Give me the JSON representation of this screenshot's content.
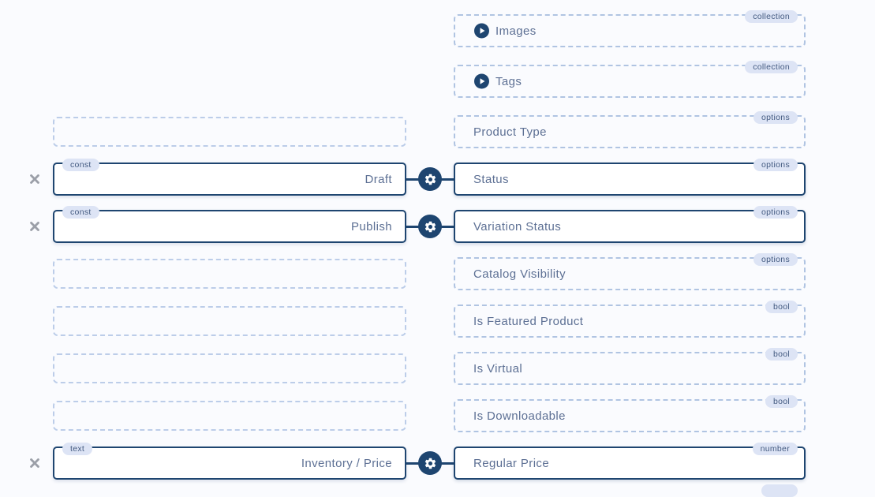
{
  "theme": {
    "background": "#fafbfe",
    "accent_navy": "#1e4570",
    "dashed_border_right": "#b0c4e2",
    "dashed_border_left": "#bccde9",
    "badge_background": "#dde4f5",
    "badge_text": "#435a80",
    "label_text": "#5d7094",
    "remove_icon": "#9b9fa8"
  },
  "icons": {
    "expand": "play-circle-icon",
    "settings": "gear-icon",
    "remove": "x-icon"
  },
  "rows": [
    {
      "label": "Images",
      "type": "collection",
      "expandable": true,
      "mapped": false,
      "has_source_box": false
    },
    {
      "label": "Tags",
      "type": "collection",
      "expandable": true,
      "mapped": false,
      "has_source_box": false
    },
    {
      "label": "Product Type",
      "type": "options",
      "expandable": false,
      "mapped": false,
      "has_source_box": true
    },
    {
      "label": "Status",
      "type": "options",
      "expandable": false,
      "mapped": true,
      "has_source_box": true,
      "source": {
        "type": "const",
        "value": "Draft"
      }
    },
    {
      "label": "Variation Status",
      "type": "options",
      "expandable": false,
      "mapped": true,
      "has_source_box": true,
      "source": {
        "type": "const",
        "value": "Publish"
      }
    },
    {
      "label": "Catalog Visibility",
      "type": "options",
      "expandable": false,
      "mapped": false,
      "has_source_box": true
    },
    {
      "label": "Is Featured Product",
      "type": "bool",
      "expandable": false,
      "mapped": false,
      "has_source_box": true
    },
    {
      "label": "Is Virtual",
      "type": "bool",
      "expandable": false,
      "mapped": false,
      "has_source_box": true
    },
    {
      "label": "Is Downloadable",
      "type": "bool",
      "expandable": false,
      "mapped": false,
      "has_source_box": true
    },
    {
      "label": "Regular Price",
      "type": "number",
      "expandable": false,
      "mapped": true,
      "has_source_box": true,
      "source": {
        "type": "text",
        "value": "Inventory / Price"
      }
    }
  ]
}
